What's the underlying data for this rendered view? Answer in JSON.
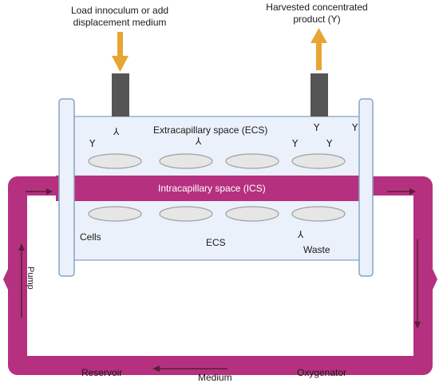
{
  "labels": {
    "load_line1": "Load innoculum or add",
    "load_line2": "displacement medium",
    "harvest_line1": "Harvested concentrated",
    "harvest_line2": "product (Y)",
    "ecs_top": "Extracapillary space (ECS)",
    "ics": "Intracapillary space (ICS)",
    "cells": "Cells",
    "ecs_bottom": "ECS",
    "waste": "Waste",
    "pump": "Pump",
    "reservoir": "Reservoir",
    "medium": "Medium",
    "oxygenator": "Oxygenator"
  },
  "symbols": {
    "antibody_upright": "Y",
    "antibody_inverted": "⅄"
  },
  "colors": {
    "loop": "#b5317f",
    "ics_band": "#b5317f",
    "ecs_fill": "#eaf1fb",
    "ecs_border": "#9ab0cf",
    "fiber_fill": "#e6e6e6",
    "fiber_border": "#a0a0a0",
    "port": "#555555",
    "arrow_orange": "#e9a531",
    "arrow_dark": "#5a1d3c"
  }
}
